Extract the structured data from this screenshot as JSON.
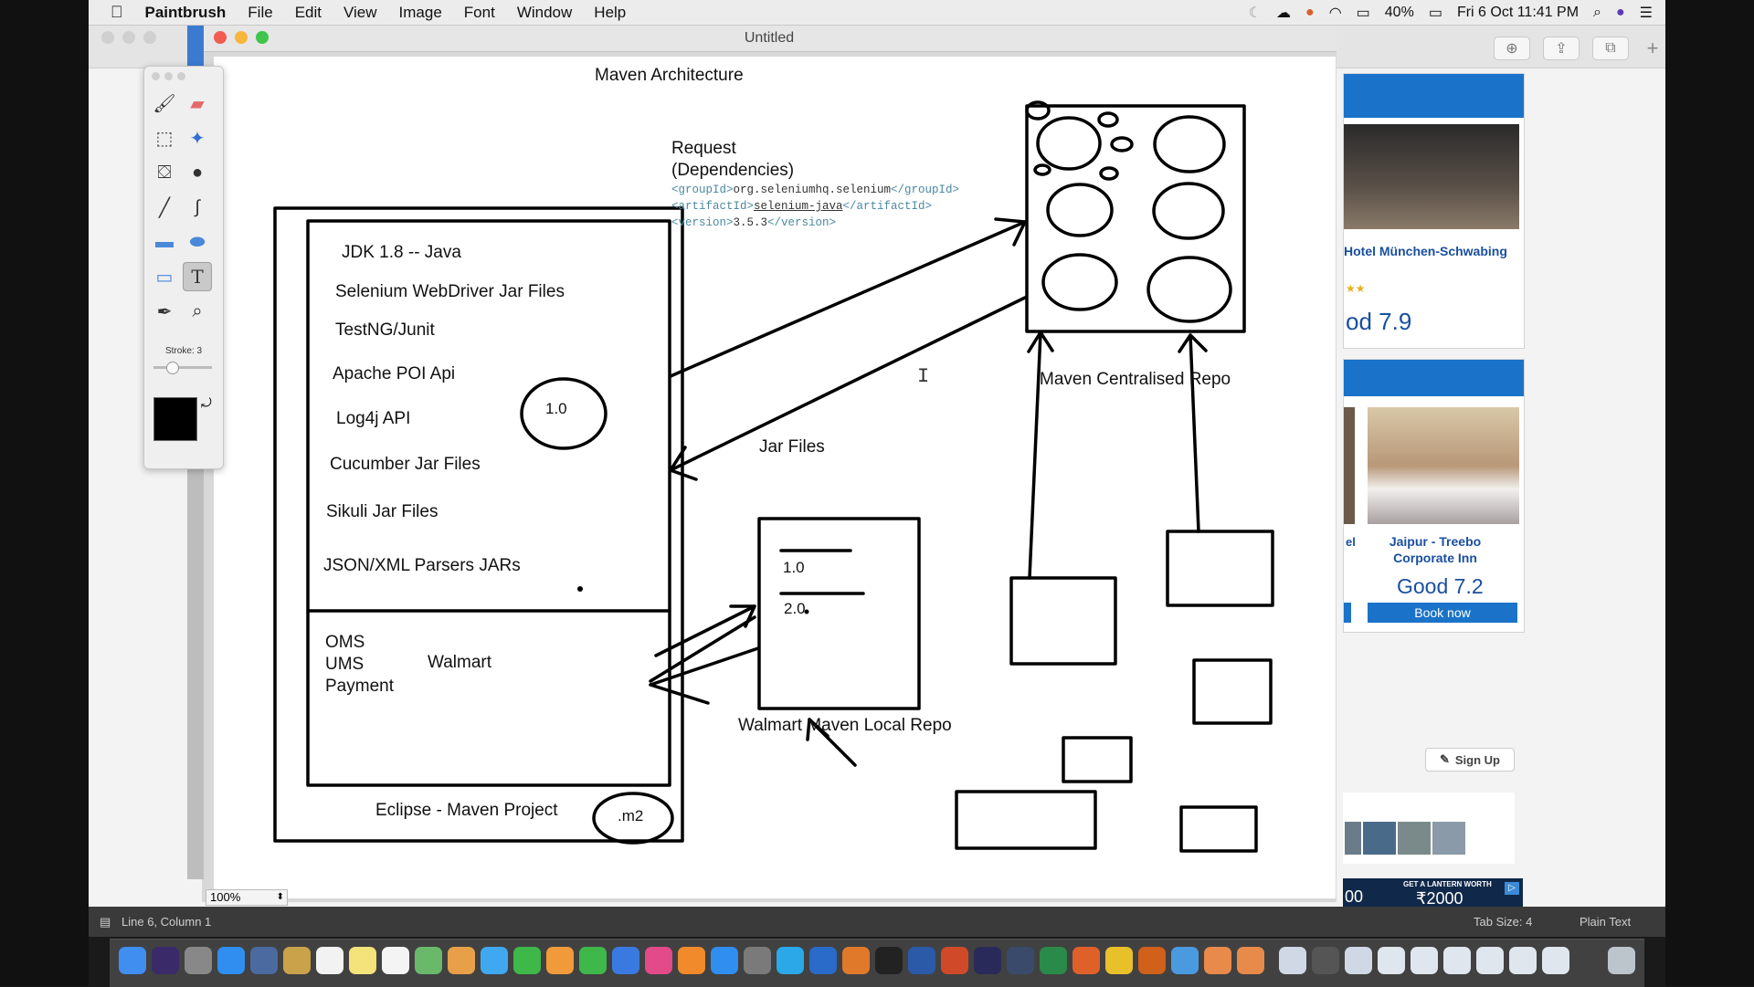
{
  "menubar": {
    "apple": "",
    "app_name": "Paintbrush",
    "items": [
      "File",
      "Edit",
      "View",
      "Image",
      "Font",
      "Window",
      "Help"
    ],
    "battery": "40%",
    "clock": "Fri 6 Oct  11:41 PM"
  },
  "window": {
    "title": "Untitled",
    "zoom": "100%"
  },
  "palette": {
    "stroke_label": "Stroke: 3"
  },
  "drawing": {
    "title": "Maven Architecture",
    "request_label": "Request\n(Dependencies)",
    "request_line1": "Request",
    "request_line2": "(Dependencies)",
    "code": {
      "l1_open": "<groupId>",
      "l1_val": "org.seleniumhq.selenium",
      "l1_close": "</groupId>",
      "l2_open": "<artifactId>",
      "l2_val": "selenium-java",
      "l2_close": "</artifactId>",
      "l3_open": "<version>",
      "l3_val": "3.5.3",
      "l3_close": "</version>"
    },
    "project_items": [
      "JDK 1.8 -- Java",
      "Selenium WebDriver Jar Files",
      "TestNG/Junit",
      "Apache POI Api",
      "Log4j API",
      "Cucumber Jar Files",
      "Sikuli Jar Files",
      "JSON/XML Parsers JARs"
    ],
    "version_circle": "1.0",
    "modules": [
      "OMS",
      "UMS",
      "Payment"
    ],
    "walmart": "Walmart",
    "project_label": "Eclipse - Maven Project",
    "m2_label": ".m2",
    "jar_files_label": "Jar Files",
    "central_repo_label": "Maven Centralised Repo",
    "local_repo_label": "Walmart Maven Local Repo",
    "local_versions": [
      "1.0",
      "2.0"
    ]
  },
  "ads": {
    "hotel1_name": "Hotel München-Schwabing",
    "hotel1_score": "od 7.9",
    "hotel2_name": "Jaipur - Treebo Corporate Inn",
    "hotel2_score": "Good 7.2",
    "book_now": "Book now",
    "side_fragment": "el",
    "sign_up": "Sign Up",
    "banner": "GET A LANTERN WORTH",
    "banner_amount": "₹2000",
    "banner_left": "00"
  },
  "status": {
    "position": "Line 6, Column 1",
    "tab_size": "Tab Size: 4",
    "mode": "Plain Text"
  },
  "colors": {
    "accent": "#1a73c9",
    "score_blue": "#1a4fa0",
    "brush_black": "#000000"
  }
}
